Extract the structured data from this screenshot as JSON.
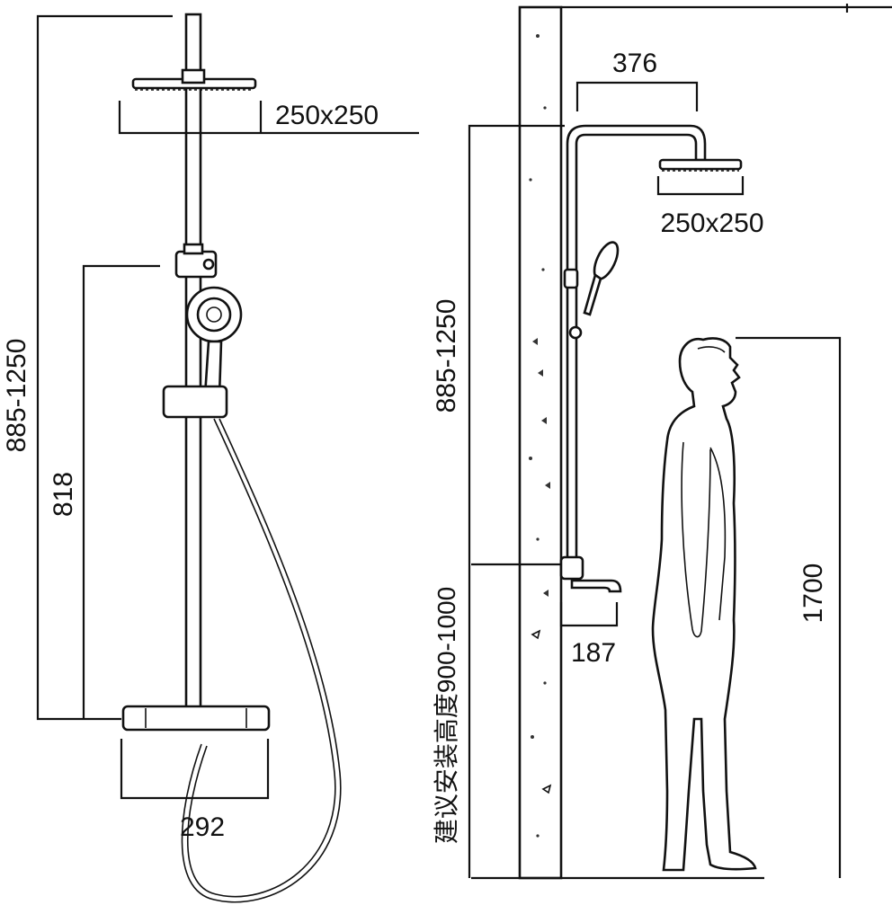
{
  "front_view": {
    "total_height": "885-1250",
    "diverter_height": "818",
    "head_size": "250x250",
    "mixer_width": "292"
  },
  "side_view": {
    "arm_reach": "376",
    "head_size": "250x250",
    "total_height": "885-1250",
    "install_height_note": "建议安装高度900-1000",
    "spout_reach": "187",
    "person_height": "1700"
  },
  "colors": {
    "line": "#111111",
    "background": "#ffffff"
  }
}
